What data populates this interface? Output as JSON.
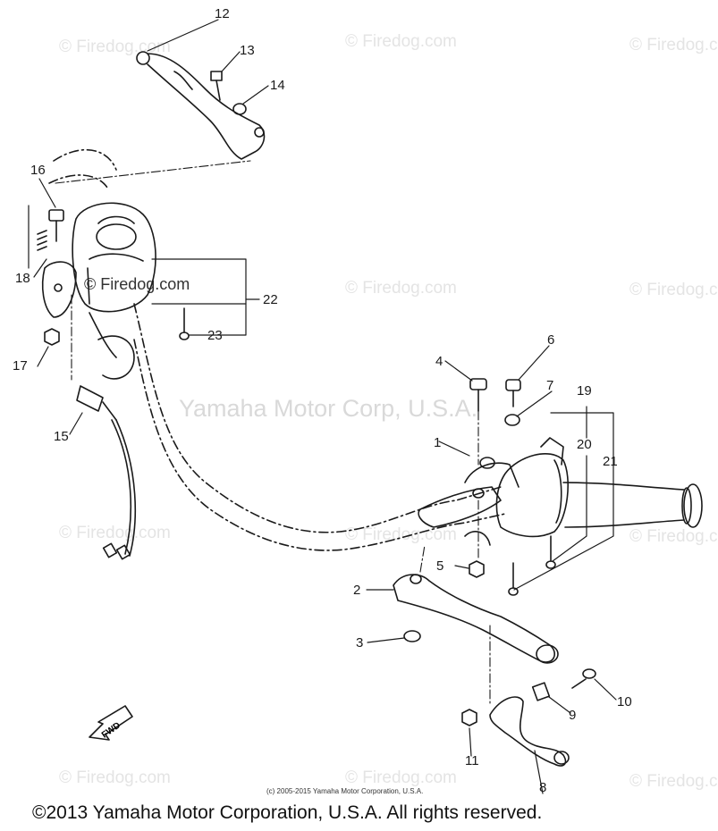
{
  "watermark": {
    "text": "© Firedog.com",
    "center_text": "Yamaha Motor Corp, U.S.A."
  },
  "callouts": [
    "1",
    "2",
    "3",
    "4",
    "5",
    "6",
    "7",
    "8",
    "9",
    "10",
    "11",
    "12",
    "13",
    "14",
    "15",
    "16",
    "17",
    "18",
    "19",
    "20",
    "21",
    "22",
    "23"
  ],
  "fwd_label": "FWD",
  "small_copyright": "(c) 2005-2015 Yamaha Motor Corporation, U.S.A.",
  "copyright": "©2013 Yamaha Motor Corporation, U.S.A. All rights reserved."
}
